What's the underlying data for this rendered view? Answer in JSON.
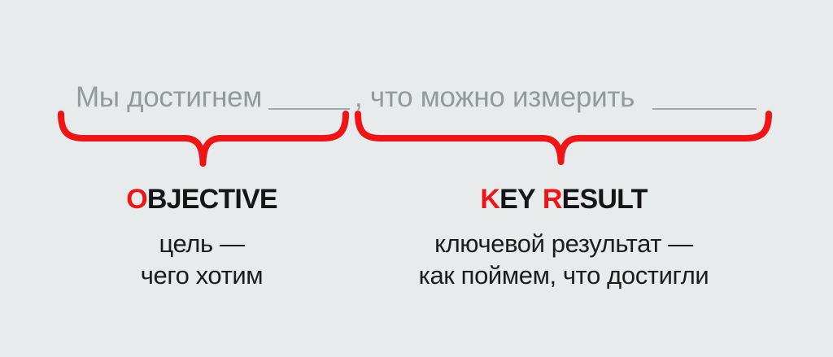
{
  "colors": {
    "background": "#e8ebec",
    "accent_red": "#f01414",
    "muted_text": "#94999c",
    "blank_line": "#a4a9ac",
    "dark_text": "#161616"
  },
  "sentence": {
    "part1": "Мы достигнем",
    "part2": ", что можно измерить"
  },
  "objective": {
    "title_accent": "O",
    "title_rest": "BJECTIVE",
    "description_line1": "цель —",
    "description_line2": "чего хотим"
  },
  "key_result": {
    "title_accent1": "K",
    "title_rest1": "EY",
    "title_accent2": "R",
    "title_rest2": "ESULT",
    "description_line1": "ключевой результат —",
    "description_line2": "как поймем, что достигли"
  }
}
